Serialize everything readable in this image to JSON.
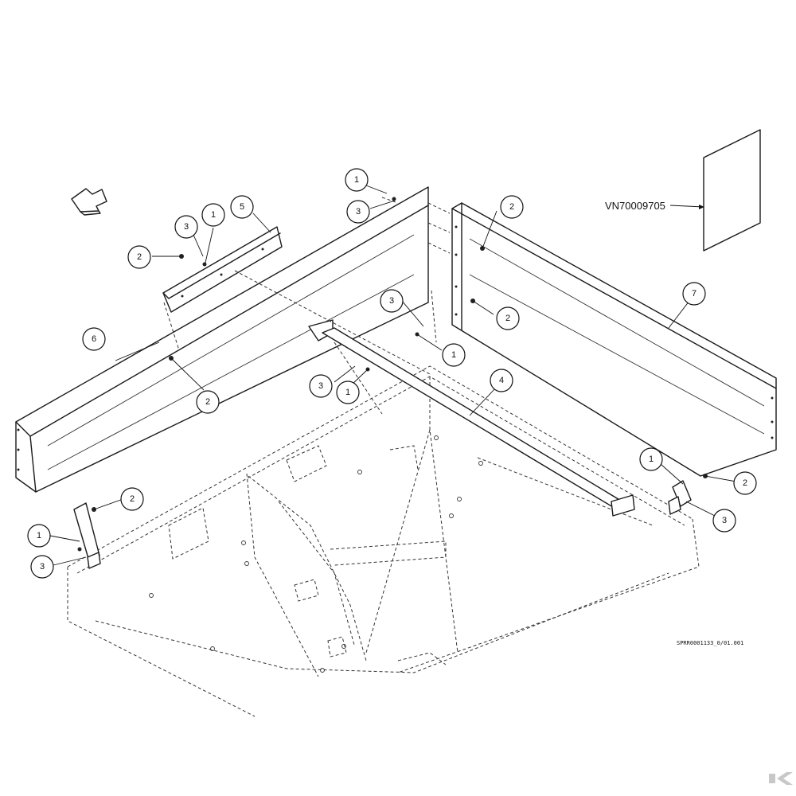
{
  "reference_number": "VN70009705",
  "drawing_code": "SPRR0001133_0/01.001",
  "callouts": [
    "1",
    "2",
    "3",
    "4",
    "5",
    "6",
    "7"
  ],
  "colors": {
    "line": "#1a1a1a",
    "background": "#ffffff",
    "watermark": "#c8c8c8"
  }
}
